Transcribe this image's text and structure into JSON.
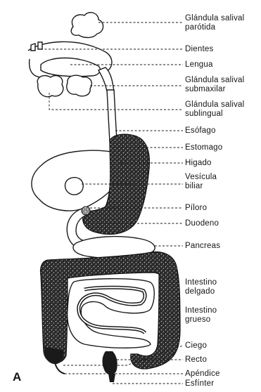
{
  "panel_letter": "A",
  "labels": [
    {
      "id": "parotid",
      "lines": [
        "Glándula salival",
        "parótida"
      ]
    },
    {
      "id": "teeth",
      "lines": [
        "Dientes"
      ]
    },
    {
      "id": "tongue",
      "lines": [
        "Lengua"
      ]
    },
    {
      "id": "submaxillary",
      "lines": [
        "Glándula salival",
        "submaxilar"
      ]
    },
    {
      "id": "sublingual",
      "lines": [
        "Glándula salival",
        "sublingual"
      ]
    },
    {
      "id": "esophagus",
      "lines": [
        "Esófago"
      ]
    },
    {
      "id": "stomach",
      "lines": [
        "Estomago"
      ]
    },
    {
      "id": "liver",
      "lines": [
        "Higado"
      ]
    },
    {
      "id": "gallbladder",
      "lines": [
        "Vesícula",
        "biliar"
      ]
    },
    {
      "id": "pylorus",
      "lines": [
        "Píloro"
      ]
    },
    {
      "id": "duodenum",
      "lines": [
        "Duodeno"
      ]
    },
    {
      "id": "pancreas",
      "lines": [
        "Pancreas"
      ]
    },
    {
      "id": "small-intestine",
      "lines": [
        "Intestino",
        "delgado"
      ]
    },
    {
      "id": "large-intestine",
      "lines": [
        "Intestino",
        "grueso"
      ]
    },
    {
      "id": "cecum",
      "lines": [
        "Ciego"
      ]
    },
    {
      "id": "rectum",
      "lines": [
        "Recto"
      ]
    },
    {
      "id": "appendix",
      "lines": [
        "Apéndice"
      ]
    },
    {
      "id": "sphincter",
      "lines": [
        "Esfínter"
      ]
    }
  ]
}
